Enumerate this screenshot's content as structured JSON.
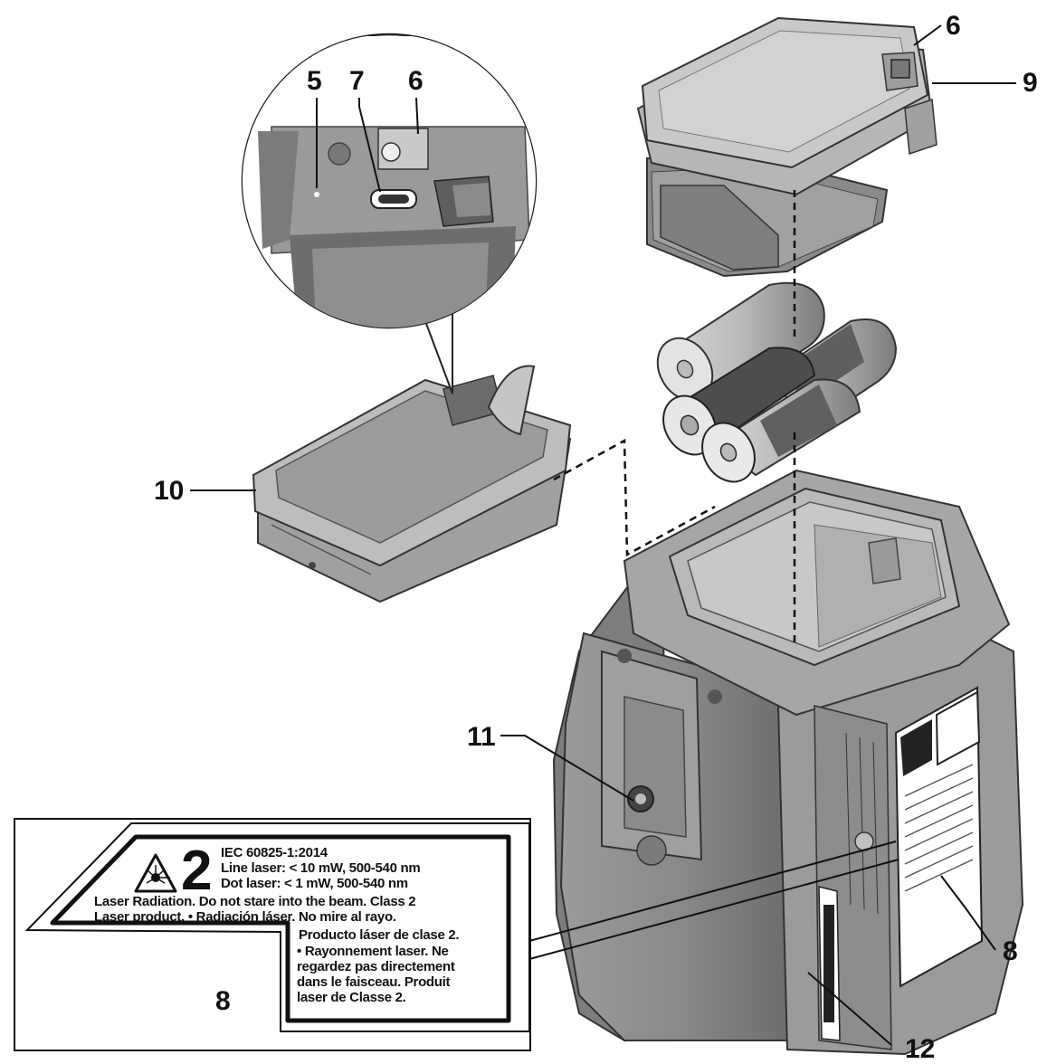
{
  "callouts": {
    "c6_top": "6",
    "c9": "9",
    "c5": "5",
    "c7": "7",
    "c6_detail": "6",
    "c10": "10",
    "c11": "11",
    "c8_label": "8",
    "c8_device": "8",
    "c12": "12"
  },
  "label": {
    "class_number": "2",
    "standard": "IEC 60825-1:2014",
    "line_laser": "Line laser: < 10 mW, 500-540 nm",
    "dot_laser": "Dot laser: < 1 mW, 500-540 nm",
    "warning_en_1": "Laser Radiation. Do not stare into the beam. Class 2",
    "warning_en_2": "Laser product. • Radiación láser. No mire al rayo.",
    "warning_es": "Producto láser de clase 2.",
    "warning_fr_1": "• Rayonnement laser. Ne",
    "warning_fr_2": "regardez pas directement",
    "warning_fr_3": "dans le faisceau. Produit",
    "warning_fr_4": "laser de Classe 2."
  },
  "colors": {
    "ink": "#111111",
    "body_gray": "#8f8f8f",
    "light_gray": "#cfcfcf",
    "mid_gray": "#a9a9a9",
    "dark_gray": "#555555"
  }
}
